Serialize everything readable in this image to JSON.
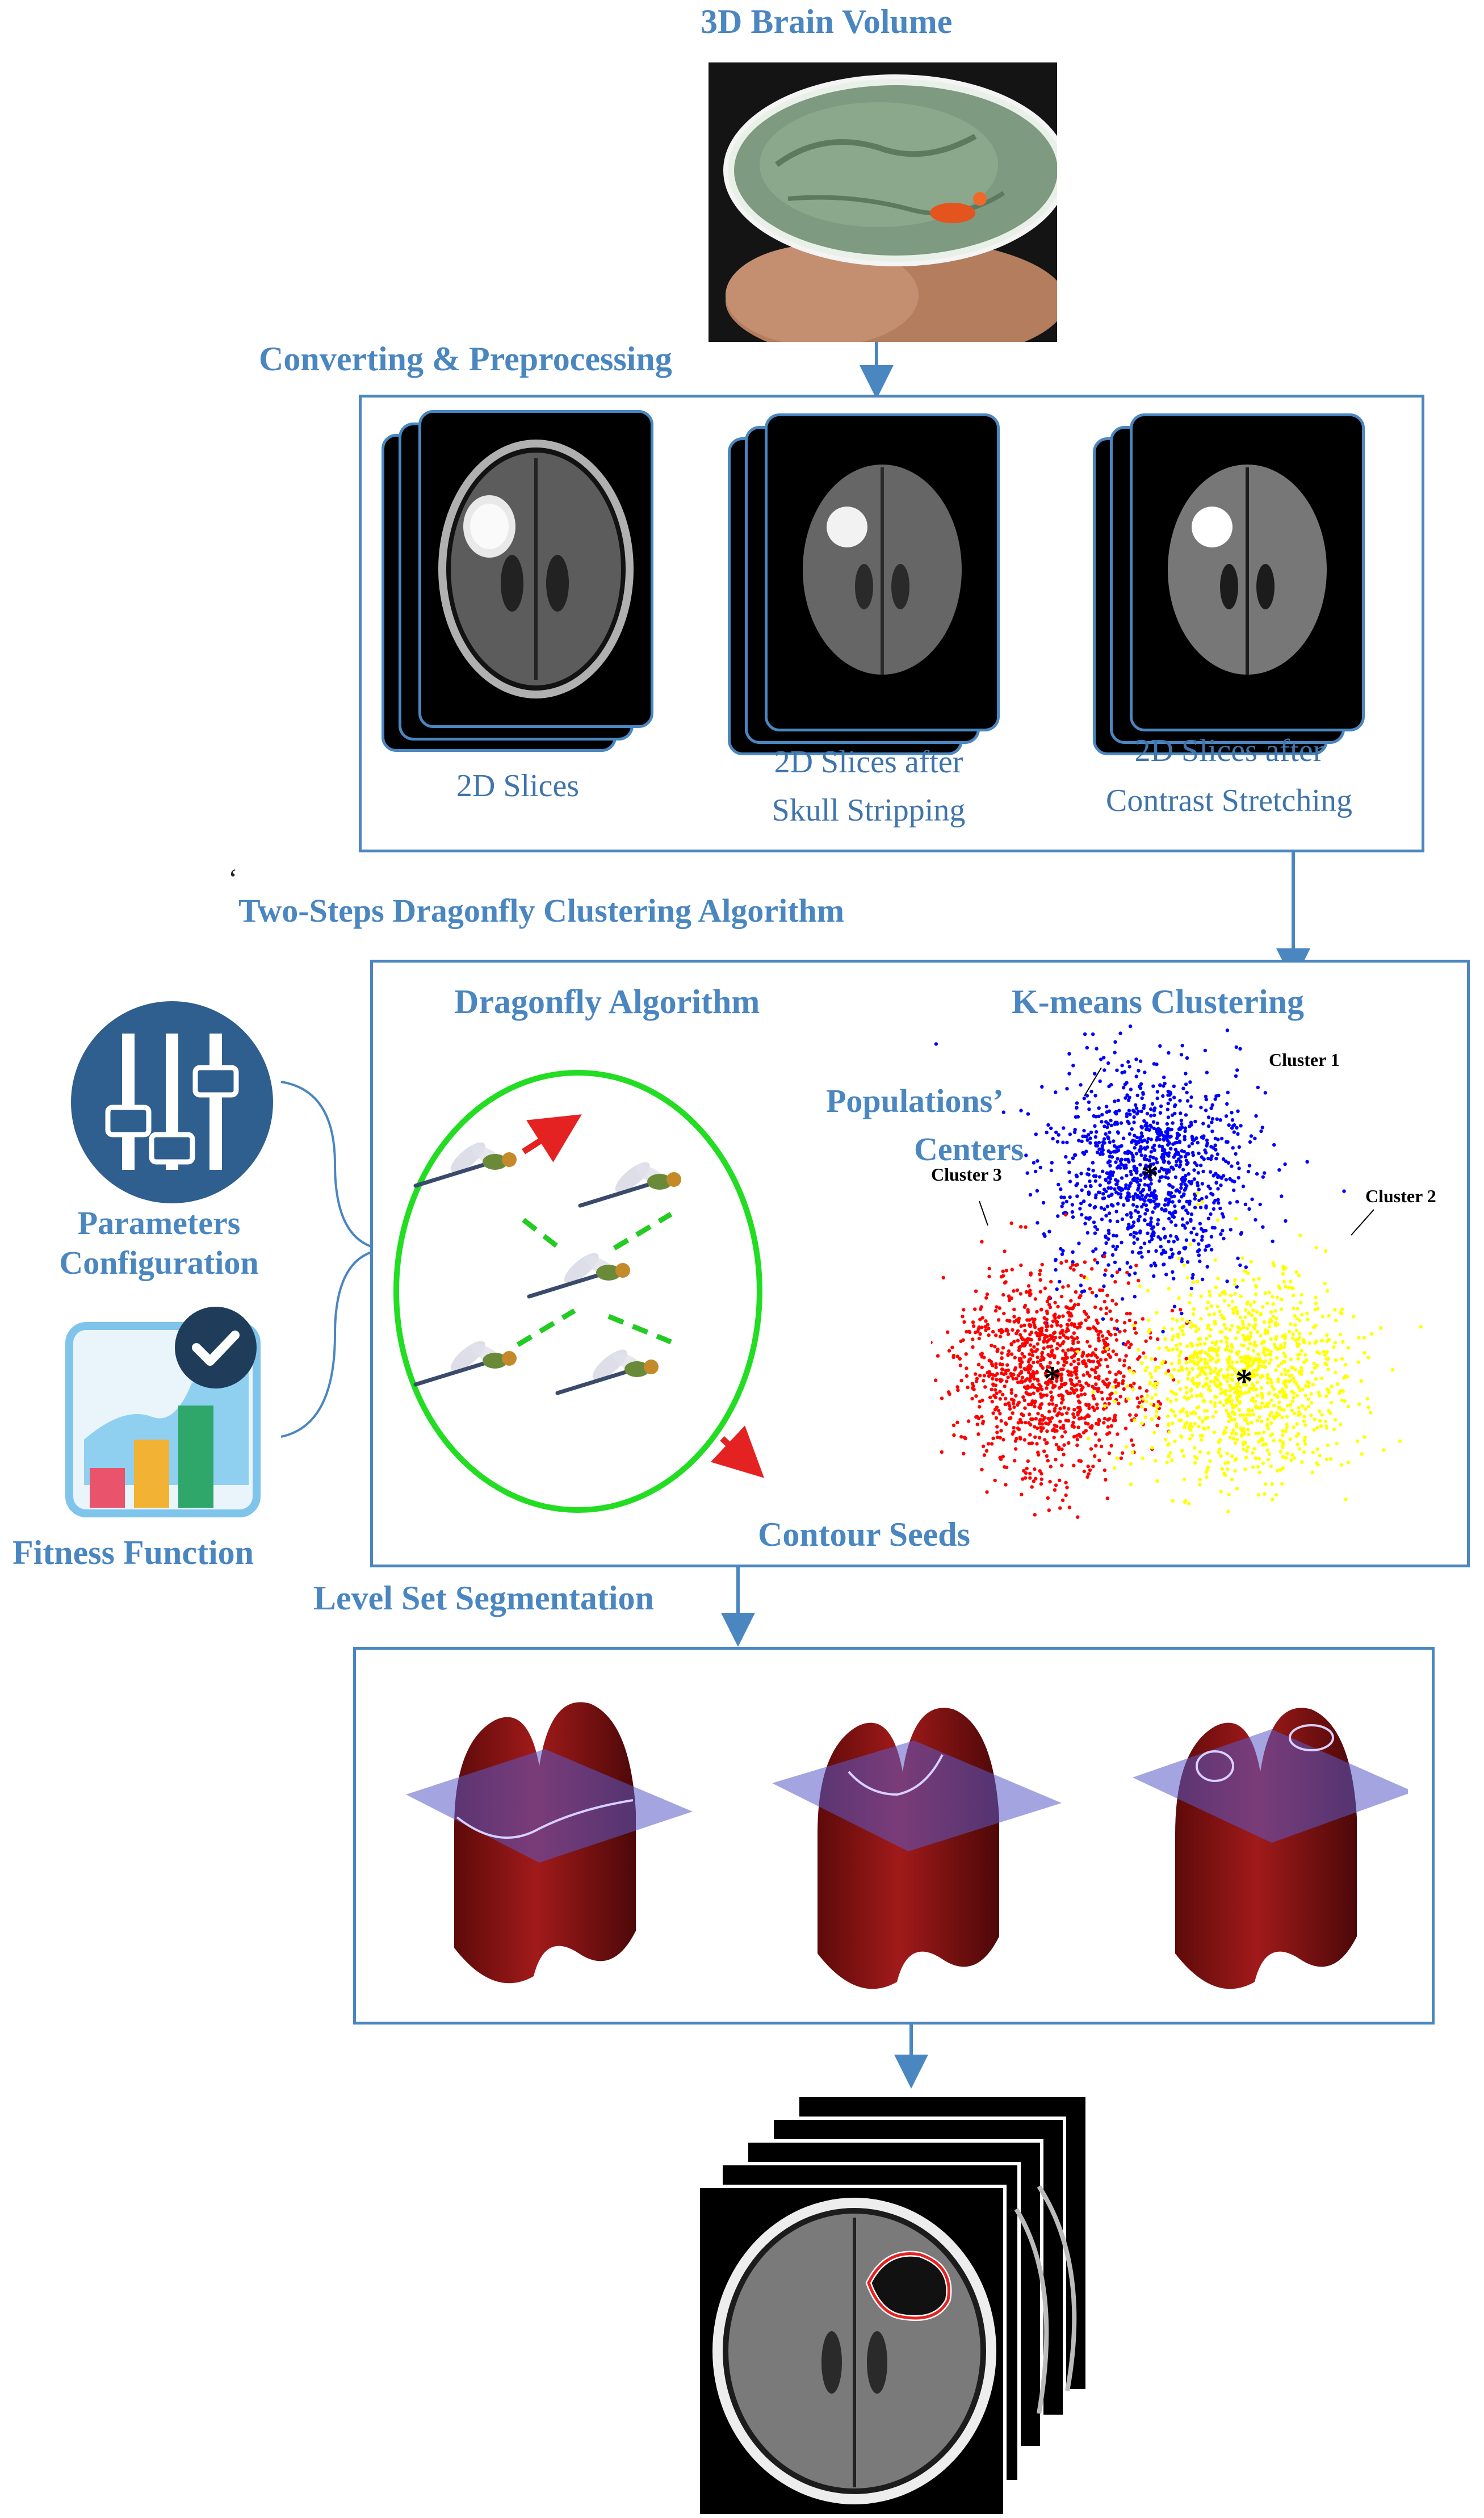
{
  "headings": {
    "brain_volume": "3D Brain Volume",
    "converting": "Converting & Preprocessing",
    "two_steps": "Two-Steps Dragonfly Clustering Algorithm",
    "dragonfly": "Dragonfly Algorithm",
    "kmeans": "K-means Clustering",
    "populations_1": "Populations’",
    "populations_2": "Centers",
    "contour_seeds": "Contour Seeds",
    "level_set": "Level Set Segmentation",
    "params_1": "Parameters",
    "params_2": "Configuration",
    "fitness": "Fitness Function"
  },
  "stray_mark": "‘",
  "slices": {
    "s1": "2D Slices",
    "s2_line1": "2D Slices after",
    "s2_line2": "Skull Stripping",
    "s3_line1": "2D Slices after",
    "s3_line2": "Contrast Stretching"
  },
  "clusters": {
    "c1": "Cluster 1",
    "c2": "Cluster 2",
    "c3": "Cluster 3",
    "center_mark": "*"
  },
  "colors": {
    "accent": "#4a86c0",
    "cluster1": "#0000ff",
    "cluster2": "#ffff00",
    "cluster3": "#ff0000",
    "ring": "#22dd22",
    "seed_line": "#22cc22",
    "surface": "#8b1212"
  },
  "icons": [
    "sliders-icon",
    "bar-chart-check-icon",
    "dragonfly-icon",
    "arrow-icon"
  ]
}
